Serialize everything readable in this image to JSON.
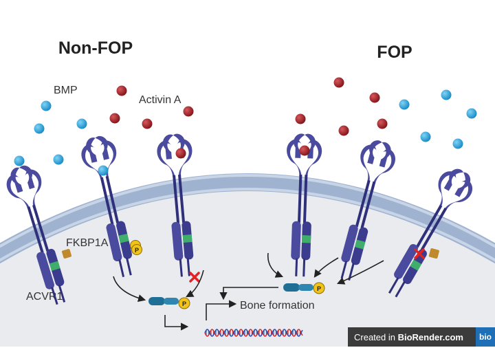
{
  "titles": {
    "left": "Non-FOP",
    "right": "FOP"
  },
  "labels": {
    "bmp": "BMP",
    "activin": "Activin A",
    "fkbp": "FKBP1A",
    "acvr1": "ACVR1",
    "bone": "Bone formation",
    "phospho": "P"
  },
  "badge": {
    "prefix": "Created in ",
    "brand": "BioRender.com",
    "logo": "bio"
  },
  "colors": {
    "receptor": "#4a4a9e",
    "receptor_dark": "#2f2f7a",
    "kinase_marker": "#3fae6a",
    "bmp_ligand": "#1a9ed6",
    "activin_ligand": "#a31f24",
    "phosphate": "#f2c318",
    "smad": "#1f6e95",
    "fkbp1a": "#c08a2c",
    "block_x": "#e32222",
    "membrane": "#9fb3d1",
    "cytoplasm": "#e9ebee"
  }
}
